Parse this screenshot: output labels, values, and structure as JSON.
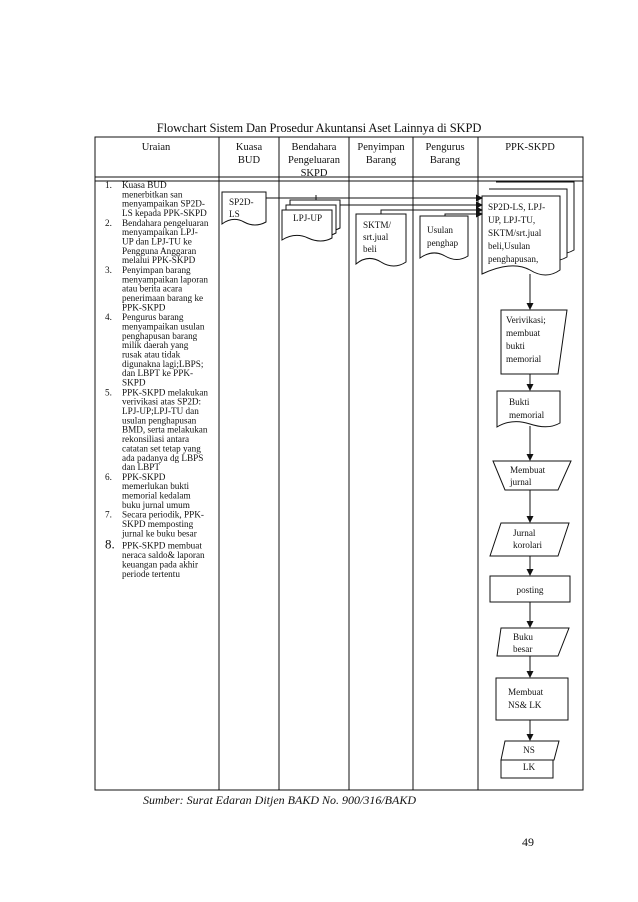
{
  "title": "Flowchart Sistem Dan Prosedur Akuntansi Aset Lainnya di SKPD",
  "columns": [
    [
      "Uraian"
    ],
    [
      "Kuasa",
      "BUD"
    ],
    [
      "Bendahara",
      "Pengeluaran",
      "SKPD"
    ],
    [
      "Penyimpan",
      "Barang"
    ],
    [
      "Pengurus",
      "Barang"
    ],
    [
      "PPK-SKPD"
    ]
  ],
  "uraian": [
    {
      "num": "1.",
      "lines": [
        "Kuasa BUD",
        "menerbitkan san",
        "menyampaikan SP2D-",
        "LS kepada PPK-SKPD"
      ]
    },
    {
      "num": "2.",
      "lines": [
        "Bendahara pengeluaran",
        "menyampaikan LPJ-",
        "UP dan LPJ-TU ke",
        "Pengguna Anggaran",
        "melalui PPK-SKPD"
      ]
    },
    {
      "num": "3.",
      "lines": [
        "Penyimpan barang",
        "menyampaikan laporan",
        "atau berita acara",
        "penerimaan barang ke",
        "PPK-SKPD"
      ]
    },
    {
      "num": "4.",
      "lines": [
        "Pengurus barang",
        "menyampaikan usulan",
        "penghapusan barang",
        "milik daerah yang",
        "rusak atau tidak",
        "digunakna lagi;LBPS;",
        "dan LBPT ke PPK-",
        "SKPD"
      ]
    },
    {
      "num": "5.",
      "lines": [
        "PPK-SKPD melakukan",
        "verivikasi atas SP2D:",
        "LPJ-UP;LPJ-TU dan",
        "usulan penghapusan",
        "BMD, serta melakukan",
        "rekonsiliasi antara",
        "catatan set tetap yang",
        "ada padanya dg LBPS",
        "dan LBPT"
      ]
    },
    {
      "num": "6.",
      "lines": [
        "PPK-SKPD",
        "memerlukan bukti",
        "memorial kedalam",
        "buku jurnal umum"
      ]
    },
    {
      "num": "7.",
      "lines": [
        "Secara periodik, PPK-",
        "SKPD memposting",
        "jurnal ke buku besar"
      ]
    },
    {
      "num": "8.",
      "lines": [
        "PPK-SKPD membuat",
        "neraca saldo& laporan",
        "keuangan pada akhir",
        "periode tertentu"
      ]
    }
  ],
  "shapes": {
    "sp2d": [
      "SP2D-",
      "LS"
    ],
    "lpj": [
      "LPJ-UP"
    ],
    "sktm": [
      "SKTM/",
      "srt.jual",
      "beli"
    ],
    "usulan": [
      "Usulan",
      "penghap"
    ],
    "ppk_docs": [
      "SP2D-LS, LPJ-",
      "UP, LPJ-TU,",
      "SKTM/srt.jual",
      "beli,Usulan",
      "penghapusan,"
    ],
    "verifikasi": [
      "Verivikasi;",
      "membuat",
      "bukti",
      "memorial"
    ],
    "bukti": [
      "Bukti",
      "memorial"
    ],
    "membuat_jurnal": [
      "Membuat",
      "jurnal"
    ],
    "jurnal_korolari": [
      "Jurnal",
      "korolari"
    ],
    "posting": [
      "posting"
    ],
    "buku_besar": [
      "Buku",
      "besar"
    ],
    "membuat_ns": [
      "Membuat",
      "NS& LK"
    ],
    "ns_lk": [
      "NS",
      "LK"
    ]
  },
  "caption": "Sumber: Surat Edaran Ditjen BAKD No. 900/316/BAKD",
  "page_number": "49"
}
